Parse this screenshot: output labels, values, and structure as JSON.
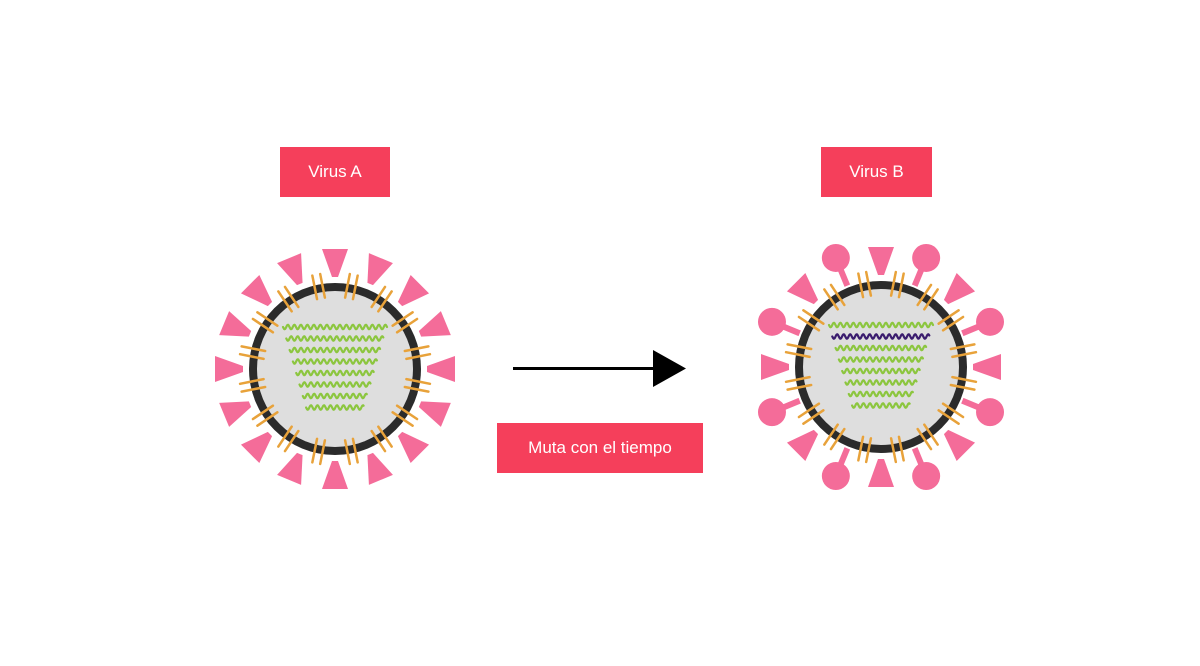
{
  "virus_a": {
    "label": "Virus A",
    "variant": "spiked"
  },
  "virus_b": {
    "label": "Virus B",
    "variant": "mixed-spikes",
    "mutated_strand_color": "#3b1d6e"
  },
  "transition": {
    "label": "Muta con el tiempo"
  },
  "colors": {
    "label_bg": "#f53f5b",
    "spike": "#f46c99",
    "membrane": "#2b2b2b",
    "interior": "#dedede",
    "protein": "#e8a23a",
    "rna": "#8cc63f",
    "mutated_rna": "#3b1d6e",
    "arrow": "#000000"
  }
}
